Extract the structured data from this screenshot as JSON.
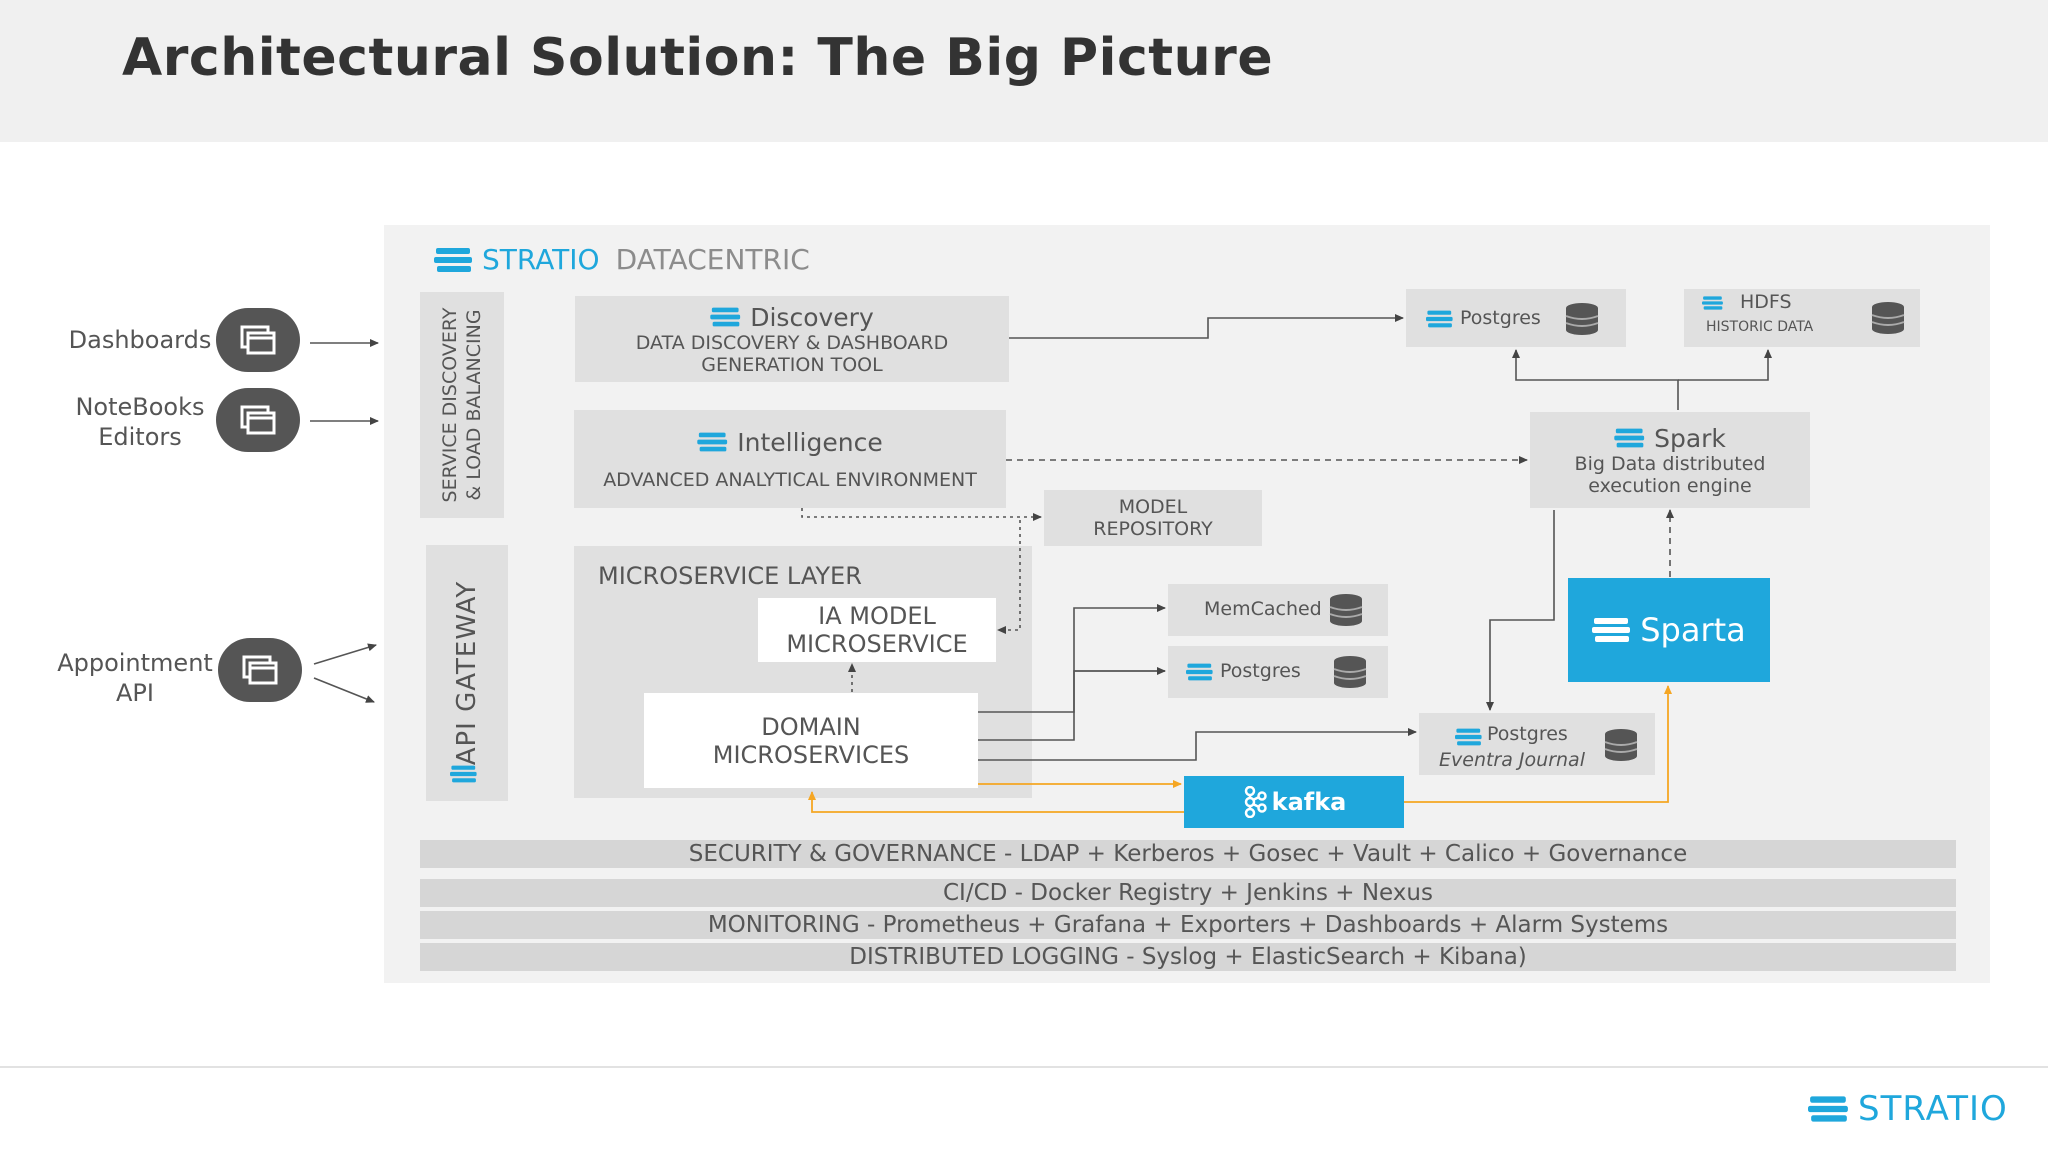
{
  "header": {
    "title": "Architectural Solution: The Big Picture"
  },
  "colors": {
    "accent": "#1fa7dc",
    "arrow_orange": "#f5a623",
    "panel": "#f2f2f2",
    "box": "#e0e0e0"
  },
  "panel": {
    "logo_brand": "STRATIO",
    "logo_product": "DATACENTRIC"
  },
  "clients": {
    "dashboards": "Dashboards",
    "notebooks_line1": "NoteBooks",
    "notebooks_line2": "Editors",
    "appointment_line1": "Appointment",
    "appointment_line2": "API",
    "icon": "window-stack-icon"
  },
  "service_discovery": {
    "line1": "SERVICE DISCOVERY",
    "line2": "& LOAD BALANCING"
  },
  "api_gateway": {
    "label": "API GATEWAY"
  },
  "discovery": {
    "title": "Discovery",
    "desc_line1": "DATA DISCOVERY & DASHBOARD",
    "desc_line2": "GENERATION TOOL"
  },
  "intelligence": {
    "title": "Intelligence",
    "desc": "ADVANCED ANALYTICAL ENVIRONMENT"
  },
  "model_repository": {
    "line1": "MODEL",
    "line2": "REPOSITORY"
  },
  "microservice_layer": {
    "title": "MICROSERVICE LAYER"
  },
  "ia_model": {
    "line1": "IA MODEL",
    "line2": "MICROSERVICE"
  },
  "domain": {
    "line1": "DOMAIN",
    "line2": "MICROSERVICES"
  },
  "memcached": {
    "label": "MemCached"
  },
  "postgres_mid": {
    "label": "Postgres"
  },
  "postgres_top": {
    "label": "Postgres"
  },
  "hdfs": {
    "title": "HDFS",
    "subtitle": "HISTORIC DATA"
  },
  "spark": {
    "title": "Spark",
    "desc_line1": "Big Data distributed",
    "desc_line2": "execution engine"
  },
  "sparta": {
    "label": "Sparta"
  },
  "postgres_eventra": {
    "label": "Postgres",
    "subtitle": "Eventra Journal"
  },
  "kafka": {
    "label": "kafka"
  },
  "bands": [
    "SECURITY & GOVERNANCE - LDAP + Kerberos + Gosec + Vault + Calico + Governance",
    "CI/CD - Docker Registry + Jenkins + Nexus",
    "MONITORING - Prometheus + Grafana + Exporters + Dashboards + Alarm Systems",
    "DISTRIBUTED LOGGING - Syslog + ElasticSearch + Kibana)"
  ],
  "footer": {
    "logo": "STRATIO"
  }
}
